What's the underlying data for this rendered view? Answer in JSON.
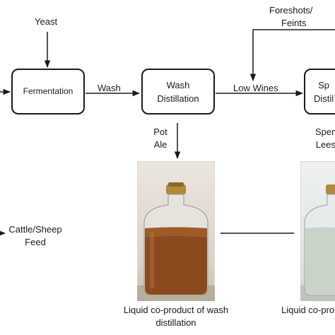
{
  "inputs": {
    "yeast": "Yeast"
  },
  "processes": {
    "fermentation": "Fermentation",
    "wash_distillation_line1": "Wash",
    "wash_distillation_line2": "Distillation",
    "spirit_distillation_line1": "Sp",
    "spirit_distillation_line2": "Distil"
  },
  "flows": {
    "wash": "Wash",
    "low_wines": "Low Wines",
    "foreshots_line1": "Foreshots/",
    "foreshots_line2": "Feints",
    "pot_ale_line1": "Pot",
    "pot_ale_line2": "Ale",
    "spent_lees_line1": "Spent",
    "spent_lees_line2": "Lees-"
  },
  "outputs": {
    "feed_line1": "Cattle/Sheep",
    "feed_line2": "Feed"
  },
  "photos": {
    "wash_caption_line1": "Liquid co-product of wash",
    "wash_caption_line2": "distillation",
    "spirit_caption_line1": "Liquid co-pro"
  },
  "colors": {
    "line": "#1a1a1a",
    "wash_liquid": "#8a4a1e",
    "spirit_liquid": "#c8d4c8",
    "cap": "#b08a3a"
  }
}
